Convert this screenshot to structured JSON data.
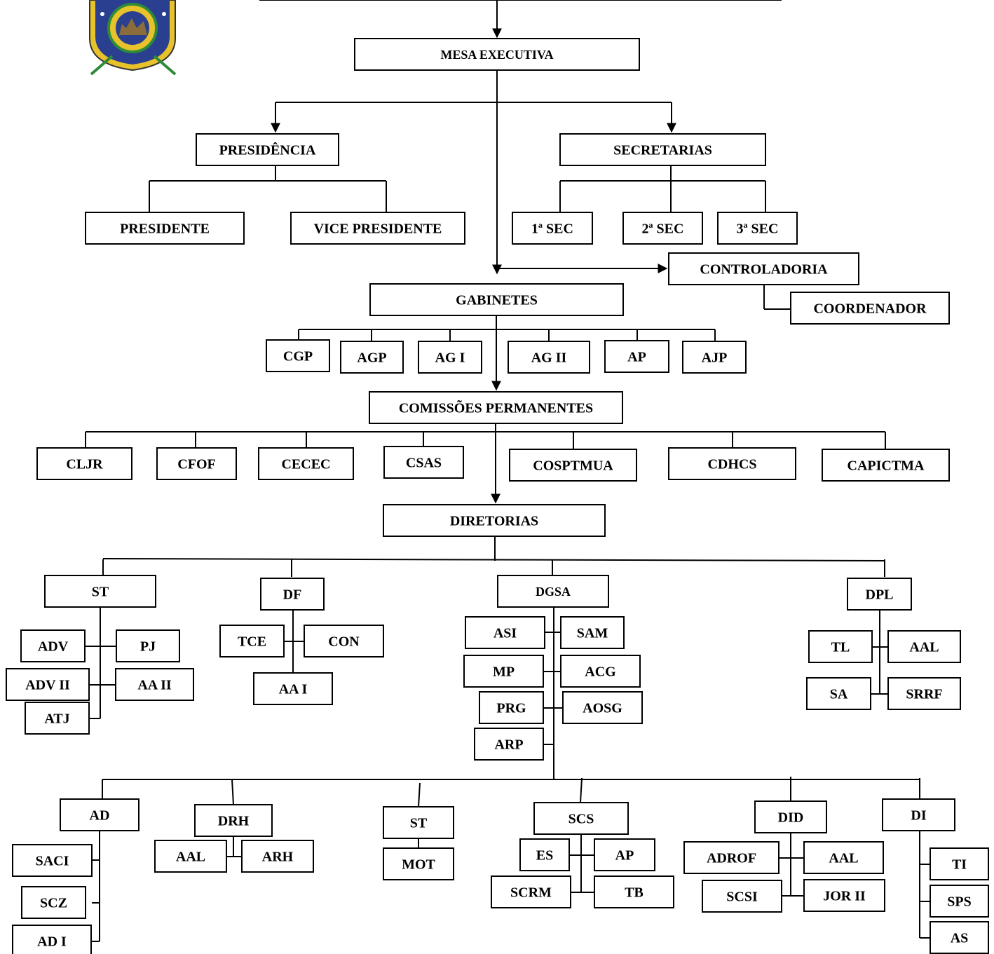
{
  "colors": {
    "line": "#000000",
    "box": "#ffffff",
    "seal_blue": "#2a3f8f",
    "seal_gold": "#e8c22a",
    "seal_green": "#2e8b3a"
  },
  "logo": {
    "icon": "municipal-coat-of-arms"
  },
  "nodes": {
    "mesa": "MESA EXECUTIVA",
    "presidencia": "PRESIDÊNCIA",
    "secretarias": "SECRETARIAS",
    "presidente": "PRESIDENTE",
    "vice": "VICE PRESIDENTE",
    "sec1": "1ª SEC",
    "sec2": "2ª SEC",
    "sec3": "3ª SEC",
    "controladoria": "CONTROLADORIA",
    "coordenador": "COORDENADOR",
    "gabinetes": "GABINETES",
    "cgp": "CGP",
    "agp": "AGP",
    "ag1": "AG I",
    "ag2": "AG II",
    "ap_gab": "AP",
    "ajp": "AJP",
    "comissoes": "COMISSÕES PERMANENTES",
    "cljr": "CLJR",
    "cfof": "CFOF",
    "cecec": "CECEC",
    "csas": "CSAS",
    "cosptmua": "COSPTMUA",
    "cdhcs": "CDHCS",
    "capictma": "CAPICTMA",
    "diretorias": "DIRETORIAS",
    "st": "ST",
    "adv": "ADV",
    "pj": "PJ",
    "adv2": "ADV II",
    "aa2": "AA II",
    "atj": "ATJ",
    "df": "DF",
    "tce": "TCE",
    "con": "CON",
    "aa1": "AA  I",
    "dgsa": "DGSA",
    "asi": "ASI",
    "sam": "SAM",
    "mp": "MP",
    "acg": "ACG",
    "prg": "PRG",
    "aosg": "AOSG",
    "arp": "ARP",
    "dpl": "DPL",
    "tl": "TL",
    "aal_dpl": "AAL",
    "sa": "SA",
    "srrf": "SRRF",
    "ad": "AD",
    "saci": "SACI",
    "scz": "SCZ",
    "ad1": "AD I",
    "drh": "DRH",
    "aal_drh": "AAL",
    "arh": "ARH",
    "st2": "ST",
    "mot": "MOT",
    "scs": "SCS",
    "es": "ES",
    "ap_scs": "AP",
    "scrm": "SCRM",
    "tb": "TB",
    "did": "DID",
    "adrof": "ADROF",
    "aal_did": "AAL",
    "scsi": "SCSI",
    "jor2": "JOR II",
    "di": "DI",
    "ti": "TI",
    "sps": "SPS",
    "as": "AS"
  }
}
